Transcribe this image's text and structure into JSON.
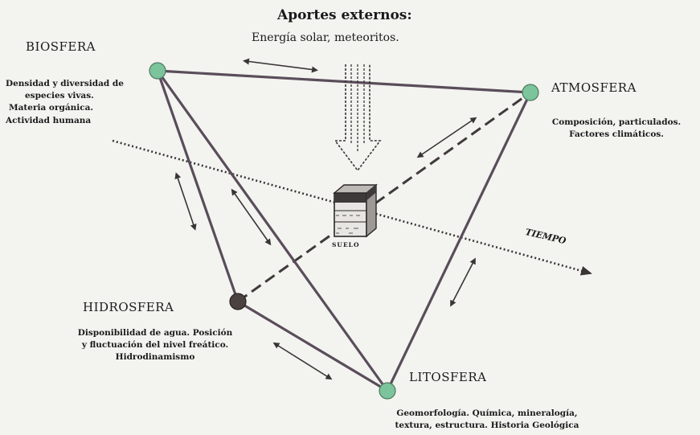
{
  "header": {
    "title": "Aportes externos:",
    "subtitle": "Energía solar,  meteoritos."
  },
  "nodes": {
    "biosfera": {
      "label": "BIOSFERA",
      "desc": [
        "Densidad y diversidad de",
        "especies vivas.",
        "Materia orgánica.",
        "Actividad humana"
      ],
      "color": "#7cc49b"
    },
    "atmosfera": {
      "label": "ATMOSFERA",
      "desc": [
        "Composición, particulados.",
        "Factores climáticos."
      ],
      "color": "#7cc49b"
    },
    "hidrosfera": {
      "label": "HIDROSFERA",
      "desc": [
        "Disponibilidad de agua. Posición",
        "y fluctuación del nivel freático.",
        "Hidrodinamismo"
      ],
      "color": "#4a4140"
    },
    "litosfera": {
      "label": "LITOSFERA",
      "desc": [
        "Geomorfología. Química, mineralogía,",
        "textura, estructura. Historia Geológica"
      ],
      "color": "#7cc49b"
    }
  },
  "center": {
    "label": "SUELO"
  },
  "time_axis": {
    "label": "TIEMPO"
  }
}
